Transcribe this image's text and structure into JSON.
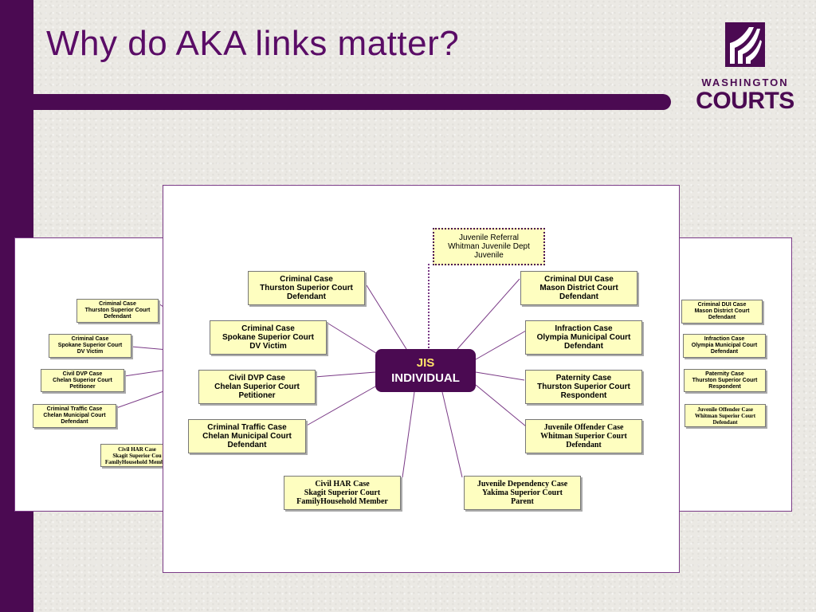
{
  "slide": {
    "title": "Why do AKA links matter?"
  },
  "logo": {
    "line1": "WASHINGTON",
    "line2": "COURTS"
  },
  "center": {
    "line1": "JIS",
    "line2": "INDIVIDUAL"
  },
  "main_cases": [
    {
      "lines": [
        "Juvenile Referral",
        "Whitman Juvenile Dept",
        "Juvenile"
      ]
    },
    {
      "lines": [
        "Criminal Case",
        "Thurston Superior Court",
        "Defendant"
      ]
    },
    {
      "lines": [
        "Criminal Case",
        "Spokane Superior Court",
        "DV Victim"
      ]
    },
    {
      "lines": [
        "Civil DVP Case",
        "Chelan Superior Court",
        "Petitioner"
      ]
    },
    {
      "lines": [
        "Criminal Traffic Case",
        "Chelan Municipal Court",
        "Defendant"
      ]
    },
    {
      "lines": [
        "Civil HAR Case",
        "Skagit Superior Court",
        "FamilyHousehold Member"
      ]
    },
    {
      "lines": [
        "Criminal DUI Case",
        "Mason District Court",
        "Defendant"
      ]
    },
    {
      "lines": [
        "Infraction Case",
        "Olympia Municipal Court",
        "Defendant"
      ]
    },
    {
      "lines": [
        "Paternity Case",
        "Thurston Superior Court",
        "Respondent"
      ]
    },
    {
      "lines": [
        "Juvenile Offender Case",
        "Whitman Superior Court",
        "Defendant"
      ]
    },
    {
      "lines": [
        "Juvenile Dependency Case",
        "Yakima Superior Court",
        "Parent"
      ]
    }
  ],
  "left_cases": [
    {
      "lines": [
        "Criminal Case",
        "Thurston Superior Court",
        "Defendant"
      ]
    },
    {
      "lines": [
        "Criminal Case",
        "Spokane Superior Court",
        "DV Victim"
      ]
    },
    {
      "lines": [
        "Civil DVP Case",
        "Chelan Superior Court",
        "Petitioner"
      ]
    },
    {
      "lines": [
        "Criminal Traffic Case",
        "Chelan Municipal Court",
        "Defendant"
      ]
    },
    {
      "lines": [
        "Civil HAR Case",
        "Skagit Superior Cou",
        "FamilyHousehold Member"
      ]
    }
  ],
  "right_cases": [
    {
      "lines": [
        "Criminal DUI Case",
        "Mason District Court",
        "Defendant"
      ]
    },
    {
      "lines": [
        "Infraction Case",
        "Olympia Municipal Court",
        "Defendant"
      ]
    },
    {
      "lines": [
        "Paternity Case",
        "Thurston Superior Court",
        "Respondent"
      ]
    },
    {
      "lines": [
        "Juvenile Offender Case",
        "Whitman Superior Court",
        "Defendant"
      ]
    }
  ],
  "colors": {
    "brand_purple": "#4b0a52",
    "title_purple": "#5a0c66",
    "box_fill": "#fefec0",
    "jis_text": "#ffe36a"
  }
}
